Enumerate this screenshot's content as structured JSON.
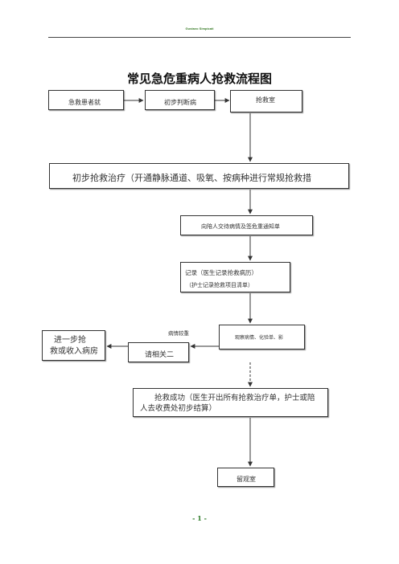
{
  "header": {
    "note": "Gustavo Simpicati"
  },
  "title": "常见急危重病人抢救流程图",
  "nodes": {
    "emergency_visit": "急救患者就",
    "initial_diagnosis": "初步判断病",
    "rescue_room": "抢救室",
    "initial_treatment": "初步抢救治疗（开通静脉通道、吸氧、按病种进行常规抢救措",
    "notify_family": "向陪人交待病情及签危重通知单",
    "records_line1": "记录（医生记录抢救病历）",
    "records_line2": "（护士记录抢救项目清单）",
    "observe": "观察病情、化验单、影",
    "consult": "请相关二",
    "further_rescue_line1": "进一步抢",
    "further_rescue_line2": "救或收入病房",
    "success_line1": "抢救成功（医生开出所有抢救治疗单，护士或陪",
    "success_line2": "人去收费处初步结算）",
    "observation_room": "留观室"
  },
  "edge_labels": {
    "condition_serious": "病情较重"
  },
  "footer": {
    "page": "- 1 -"
  },
  "colors": {
    "header_note": "#3a7d2a",
    "footer": "#2f7d2a",
    "line": "#333333"
  }
}
